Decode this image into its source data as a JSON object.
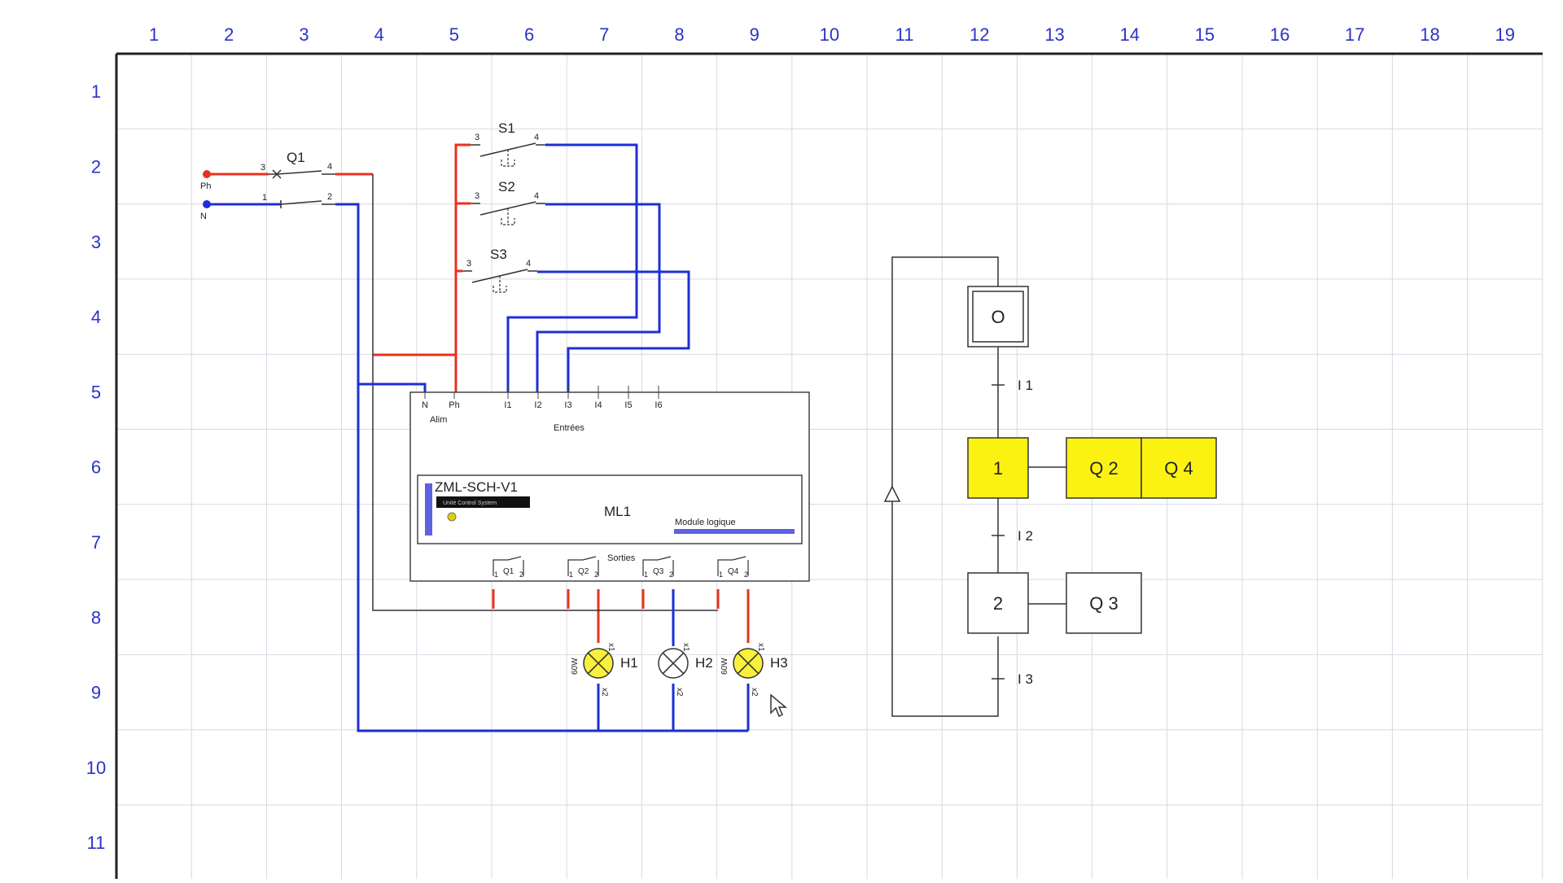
{
  "grid": {
    "columns": [
      "1",
      "2",
      "3",
      "4",
      "5",
      "6",
      "7",
      "8",
      "9",
      "10",
      "11",
      "12",
      "13",
      "14",
      "15",
      "16",
      "17",
      "18",
      "19"
    ],
    "rows": [
      "1",
      "2",
      "3",
      "4",
      "5",
      "6",
      "7",
      "8",
      "9",
      "10",
      "11"
    ]
  },
  "colors": {
    "phase": "#e8321e",
    "neutral": "#1e2fd6",
    "wire": "#333333",
    "grid_line": "#d7d9e3",
    "label_blue": "#2a33c8",
    "active_step": "#fbf212",
    "lamp_on": "#f8f03c"
  },
  "supply": {
    "phase_label": "Ph",
    "neutral_label": "N"
  },
  "breaker": {
    "name": "Q1",
    "t_top_in": "3",
    "t_top_out": "4",
    "t_bot_in": "1",
    "t_bot_out": "2"
  },
  "switches": [
    {
      "name": "S1",
      "t_in": "3",
      "t_out": "4"
    },
    {
      "name": "S2",
      "t_in": "3",
      "t_out": "4"
    },
    {
      "name": "S3",
      "t_in": "3",
      "t_out": "4"
    }
  ],
  "module": {
    "supply_terms": [
      "N",
      "Ph"
    ],
    "supply_label": "Alim",
    "inputs": [
      "I1",
      "I2",
      "I3",
      "I4",
      "I5",
      "I6"
    ],
    "inputs_label": "Entrées",
    "model": "ZML-SCH-V1",
    "badge": "Unité Control System",
    "ref": "ML1",
    "subtitle": "Module logique",
    "outputs_label": "Sorties",
    "outputs": [
      {
        "name": "Q1",
        "t1": "1",
        "t2": "2"
      },
      {
        "name": "Q2",
        "t1": "1",
        "t2": "2"
      },
      {
        "name": "Q3",
        "t1": "1",
        "t2": "2"
      },
      {
        "name": "Q4",
        "t1": "1",
        "t2": "2"
      }
    ]
  },
  "lamps": [
    {
      "name": "H1",
      "power": "60W",
      "x1": "x1",
      "x2": "x2",
      "lit": true
    },
    {
      "name": "H2",
      "power": "",
      "x1": "x1",
      "x2": "x2",
      "lit": false
    },
    {
      "name": "H3",
      "power": "60W",
      "x1": "x1",
      "x2": "x2",
      "lit": true
    }
  ],
  "grafcet": {
    "steps": [
      {
        "label": "O",
        "initial": true,
        "active": false
      },
      {
        "label": "1",
        "initial": false,
        "active": true
      },
      {
        "label": "2",
        "initial": false,
        "active": false
      }
    ],
    "transitions": [
      "I 1",
      "I 2",
      "I 3"
    ],
    "actions": [
      {
        "label": "Q 2",
        "step": "1",
        "active": true
      },
      {
        "label": "Q 4",
        "step": "1",
        "active": true
      },
      {
        "label": "Q 3",
        "step": "2",
        "active": false
      }
    ]
  }
}
